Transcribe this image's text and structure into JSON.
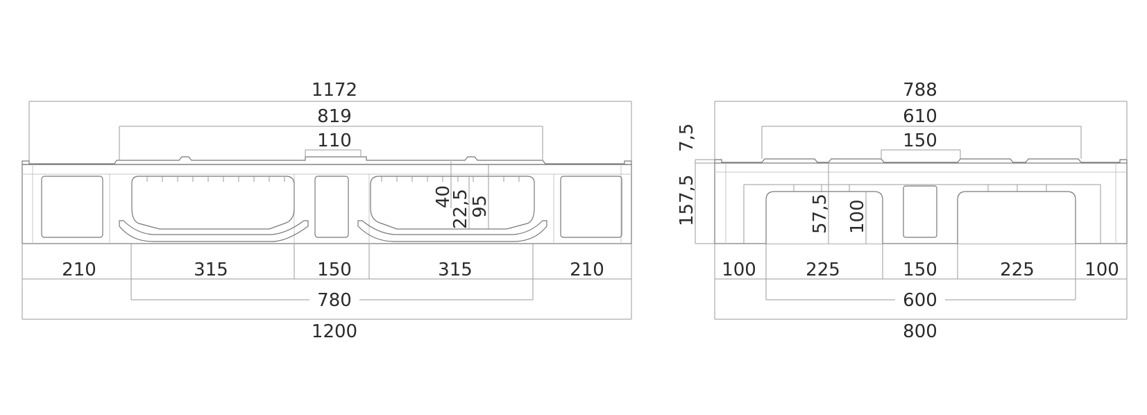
{
  "views": {
    "long_side": {
      "overall_top": "1172",
      "top_block_span": "819",
      "top_center_block": "110",
      "bottom_segments": [
        "210",
        "315",
        "150",
        "315",
        "210"
      ],
      "opening_span": "780",
      "overall_bottom": "1200",
      "height_40": "40",
      "height_22_5": "22,5",
      "height_95": "95"
    },
    "short_side": {
      "overall_top": "788",
      "top_block_span": "610",
      "top_center_block": "150",
      "deck_thickness": "7,5",
      "total_height": "157,5",
      "height_57_5": "57,5",
      "height_100": "100",
      "bottom_segments": [
        "100",
        "225",
        "150",
        "225",
        "100"
      ],
      "opening_span": "600",
      "overall_bottom": "800"
    }
  }
}
